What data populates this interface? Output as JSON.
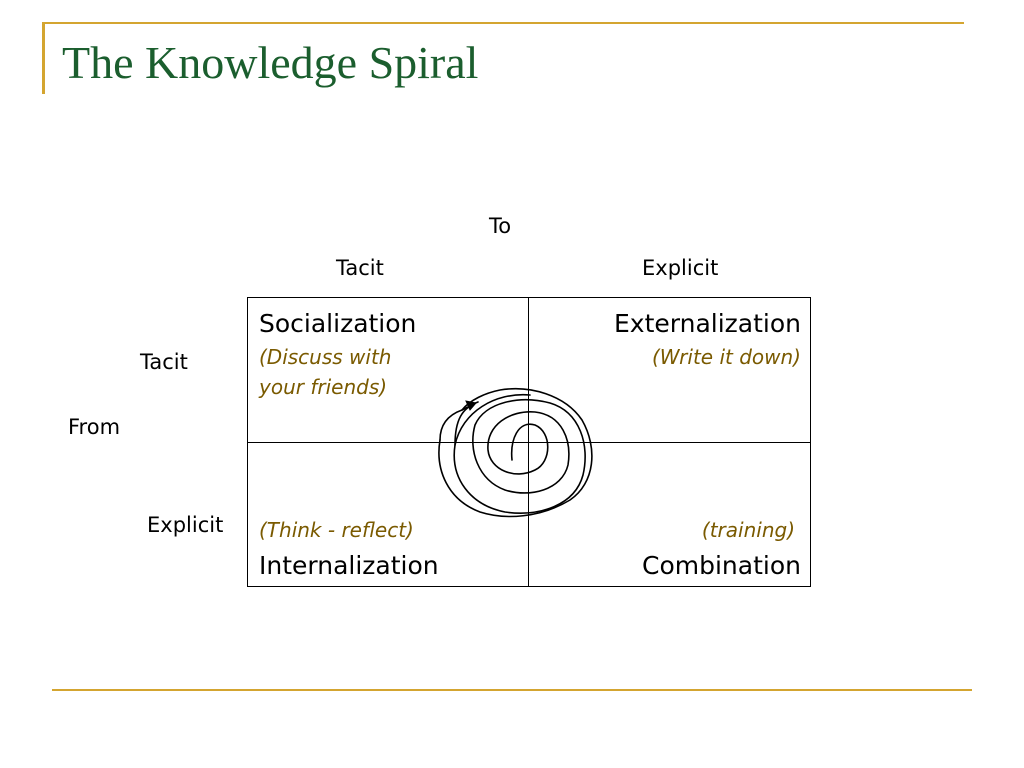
{
  "title": "The Knowledge Spiral",
  "axes": {
    "to_label": "To",
    "from_label": "From",
    "column_labels": [
      "Tacit",
      "Explicit"
    ],
    "row_labels": [
      "Tacit",
      "Explicit"
    ]
  },
  "quadrants": {
    "socialization": {
      "title": "Socialization",
      "sub_line1": "(Discuss with",
      "sub_line2": "your friends)"
    },
    "externalization": {
      "title": "Externalization",
      "sub": "(Write it down)"
    },
    "internalization": {
      "title": "Internalization",
      "sub": "(Think - reflect)"
    },
    "combination": {
      "title": "Combination",
      "sub": "(training)"
    }
  },
  "colors": {
    "title": "#1b5e2e",
    "accent_rule": "#d4a530",
    "subtitle_text": "#7a5a00"
  }
}
